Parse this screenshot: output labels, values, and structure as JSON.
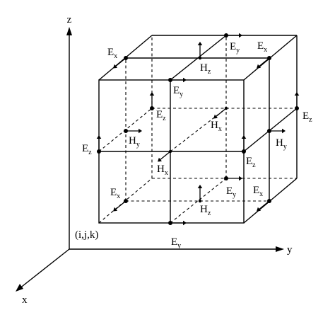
{
  "axes": {
    "x": "x",
    "y": "y",
    "z": "z"
  },
  "origin_label": "(i,j,k)",
  "field_labels": [
    {
      "base": "E",
      "sub": "x"
    },
    {
      "base": "E",
      "sub": "y"
    },
    {
      "base": "E",
      "sub": "x"
    },
    {
      "base": "H",
      "sub": "z"
    },
    {
      "base": "E",
      "sub": "y"
    },
    {
      "base": "E",
      "sub": "z"
    },
    {
      "base": "E",
      "sub": "z"
    },
    {
      "base": "H",
      "sub": "x"
    },
    {
      "base": "H",
      "sub": "y"
    },
    {
      "base": "H",
      "sub": "y"
    },
    {
      "base": "E",
      "sub": "z"
    },
    {
      "base": "E",
      "sub": "z"
    },
    {
      "base": "H",
      "sub": "x"
    },
    {
      "base": "E",
      "sub": "x"
    },
    {
      "base": "E",
      "sub": "y"
    },
    {
      "base": "E",
      "sub": "x"
    },
    {
      "base": "H",
      "sub": "z"
    },
    {
      "base": "E",
      "sub": "y"
    }
  ],
  "colors": {
    "ink": "#000000",
    "background": "#ffffff"
  }
}
